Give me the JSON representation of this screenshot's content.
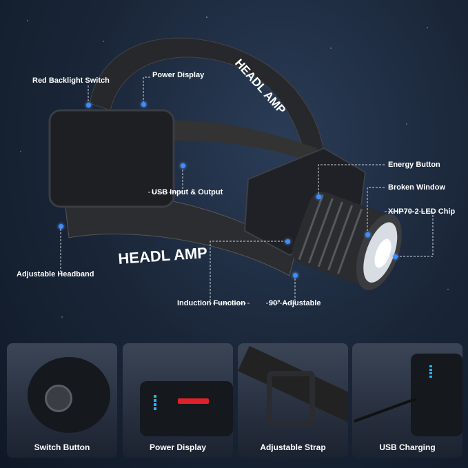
{
  "product": {
    "strap_text_top": "HEADL AMP",
    "strap_text_bottom": "HEADL AMP"
  },
  "callouts": [
    {
      "label": "Red Backlight Switch"
    },
    {
      "label": "Power Display"
    },
    {
      "label": "USB Input & Output"
    },
    {
      "label": "Energy Button"
    },
    {
      "label": "Broken Window"
    },
    {
      "label": "XHP70-2 LED Chip"
    },
    {
      "label": "Adjustable Headband"
    },
    {
      "label": "Induction Function"
    },
    {
      "label": "90° Adjustable"
    }
  ],
  "panels": [
    {
      "caption": "Switch Button"
    },
    {
      "caption": "Power Display"
    },
    {
      "caption": "Adjustable Strap"
    },
    {
      "caption": "USB Charging"
    }
  ],
  "colors": {
    "accent": "#3f8cff",
    "background": "#1a2638",
    "red_light": "#e0202a",
    "battery_led": "#1fb6ff"
  }
}
